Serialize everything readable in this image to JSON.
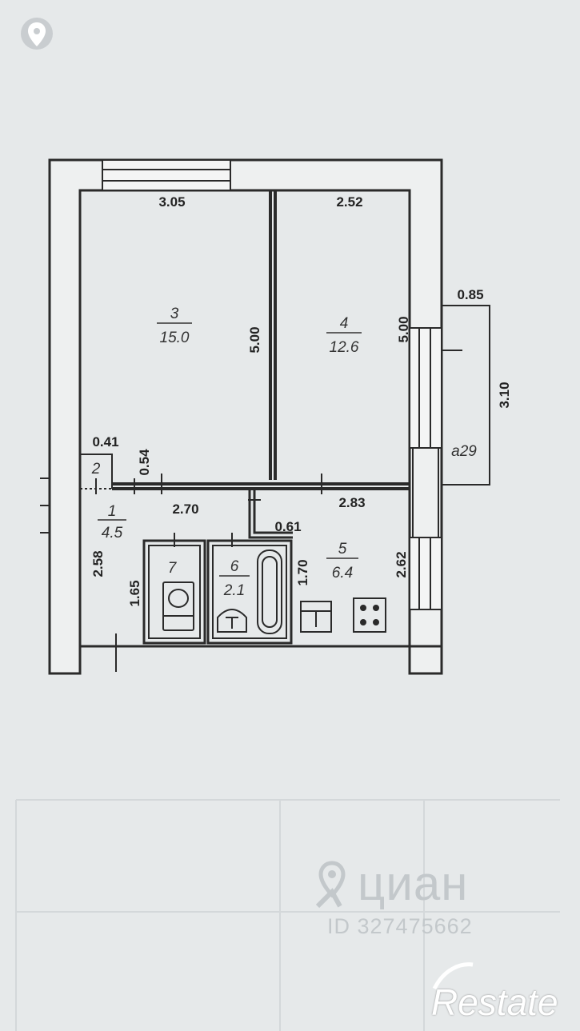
{
  "plan": {
    "rooms": [
      {
        "number": "3",
        "area": "15.0"
      },
      {
        "number": "4",
        "area": "12.6"
      },
      {
        "number": "1",
        "area": "4.5"
      },
      {
        "number": "2",
        "area": ""
      },
      {
        "number": "7",
        "area": ""
      },
      {
        "number": "6",
        "area": "2.1"
      },
      {
        "number": "5",
        "area": "6.4"
      }
    ],
    "dimensions": {
      "room3_width": "3.05",
      "room4_width": "2.52",
      "room3_height": "5.00",
      "room4_height": "5.00",
      "balcony_width": "0.85",
      "balcony_length": "3.10",
      "balcony_label": "a29",
      "closet_width": "0.41",
      "closet_depth": "0.54",
      "hall_width": "2.70",
      "kitchen_width": "2.83",
      "passage_width": "0.61",
      "hall_length": "2.58",
      "wc_height": "1.65",
      "bath_height": "1.70",
      "kitchen_length": "2.62"
    }
  },
  "watermarks": {
    "brand_name": "циан",
    "listing_id": "ID 327475662",
    "restate": "Restate"
  },
  "colors": {
    "paper": "#e6e9ea",
    "ink": "#2a2a2a",
    "wall_fill": "#eef0f0"
  }
}
